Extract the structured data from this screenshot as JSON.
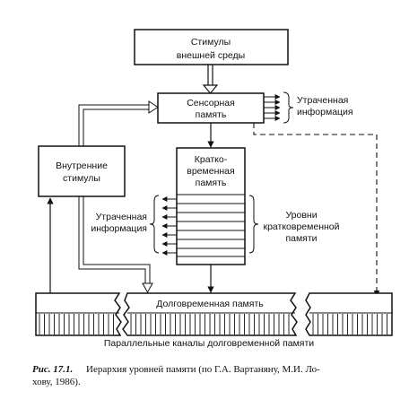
{
  "diagram": {
    "stimuli_box": {
      "line1": "Стимулы",
      "line2": "внешней среды"
    },
    "sensory_box": {
      "line1": "Сенсорная",
      "line2": "память"
    },
    "lost_info_top": {
      "line1": "Утраченная",
      "line2": "информация"
    },
    "internal_box": {
      "line1": "Внутренние",
      "line2": "стимулы"
    },
    "short_term_box": {
      "line1": "Кратко-",
      "line2": "временная",
      "line3": "память"
    },
    "lost_info_left": {
      "line1": "Утраченная",
      "line2": "информация"
    },
    "levels_label": {
      "line1": "Уровни",
      "line2": "кратковременной",
      "line3": "памяти"
    },
    "long_term_label": "Долговременная память",
    "parallel_channels_label": "Параллельные каналы долговременной памяти"
  },
  "caption": {
    "figure_label": "Рис. 17.1.",
    "line1": "Иерархия уровней памяти (по Г.А. Вартаняну, М.И. Ло-",
    "line2": "хову, 1986)."
  }
}
